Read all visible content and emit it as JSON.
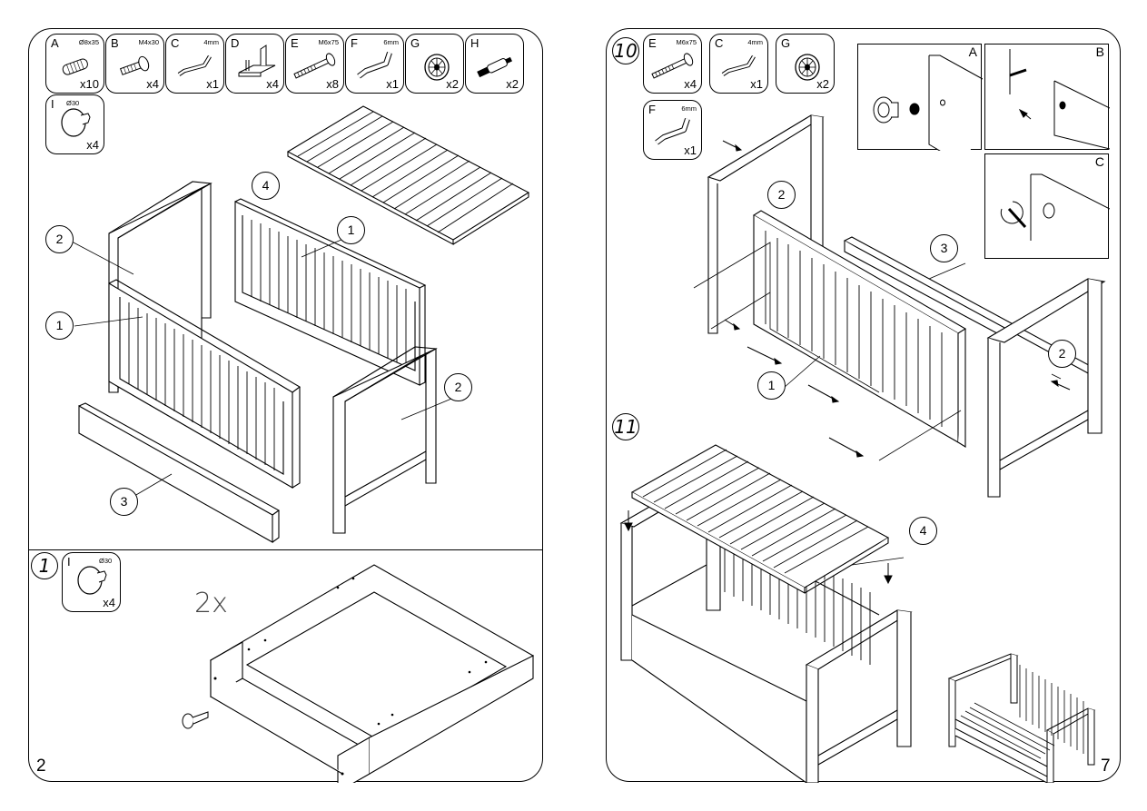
{
  "left_page": {
    "parts": [
      {
        "letter": "A",
        "size": "Ø8x35",
        "qty": "x10",
        "icon": "dowel-icon"
      },
      {
        "letter": "B",
        "size": "M4x30",
        "qty": "x4",
        "icon": "screw-icon"
      },
      {
        "letter": "C",
        "size": "4mm",
        "qty": "x1",
        "icon": "allen-key-icon"
      },
      {
        "letter": "D",
        "size": "",
        "qty": "x4",
        "icon": "bracket-icon"
      },
      {
        "letter": "E",
        "size": "M6x75",
        "qty": "x8",
        "icon": "bolt-icon"
      },
      {
        "letter": "F",
        "size": "6mm",
        "qty": "x1",
        "icon": "allen-key-icon"
      },
      {
        "letter": "G",
        "size": "",
        "qty": "x2",
        "icon": "wheel-icon"
      },
      {
        "letter": "H",
        "size": "",
        "qty": "x2",
        "icon": "axle-icon"
      },
      {
        "letter": "I",
        "size": "Ø30",
        "qty": "x4",
        "icon": "knob-icon"
      }
    ],
    "callouts": {
      "c1a": "1",
      "c1b": "1",
      "c2a": "2",
      "c2b": "2",
      "c3": "3",
      "c4": "4"
    },
    "step1": {
      "number": "1",
      "part": {
        "letter": "I",
        "size": "Ø30",
        "qty": "x4"
      },
      "multiplier": "2x"
    },
    "page_number": "2"
  },
  "right_page": {
    "step10": {
      "number": "10",
      "parts": [
        {
          "letter": "E",
          "size": "M6x75",
          "qty": "x4",
          "icon": "bolt-icon"
        },
        {
          "letter": "C",
          "size": "4mm",
          "qty": "x1",
          "icon": "allen-key-icon"
        },
        {
          "letter": "G",
          "size": "",
          "qty": "x2",
          "icon": "wheel-icon"
        },
        {
          "letter": "F",
          "size": "6mm",
          "qty": "x1",
          "icon": "allen-key-icon"
        }
      ],
      "details": {
        "a": "A",
        "b": "B",
        "c": "C"
      },
      "callouts": {
        "c2a": "2",
        "c3": "3",
        "c1": "1",
        "c2b": "2"
      }
    },
    "step11": {
      "number": "11",
      "callouts": {
        "c4": "4"
      }
    },
    "page_number": "7"
  }
}
